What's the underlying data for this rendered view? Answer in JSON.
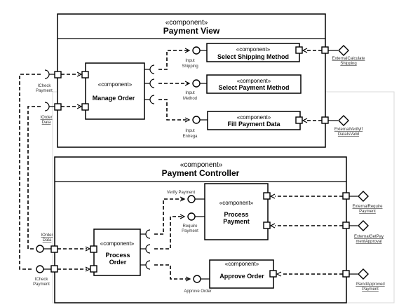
{
  "stereotype": "«component»",
  "payment_view": {
    "title": "Payment View",
    "manage_order": "Manage Order",
    "select_shipping": "Select Shipping Method",
    "select_payment": "Select Payment Method",
    "fill_payment": "Fill Payment Data",
    "input_shipping": [
      "Input",
      "Shipping"
    ],
    "input_method": [
      "Input",
      "Method"
    ],
    "input_entrega": [
      "Input",
      "Entrega"
    ],
    "ext_calc_shipping": [
      "ExternalCalculate",
      "Shipping"
    ],
    "ext_verify_data": [
      "ExternalVerifyIf",
      "DataIsValid"
    ]
  },
  "payment_controller": {
    "title": "Payment Controller",
    "process_order": [
      "Process",
      "Order"
    ],
    "process_payment": [
      "Process",
      "Payment"
    ],
    "approve_order": "Approve Order",
    "verify_payment": "Verify Payment",
    "require_payment": [
      "Require",
      "Payment"
    ],
    "approve_order_label": "Approve Order",
    "ext_require_payment": [
      "ExternalRequire",
      "Payment"
    ],
    "ext_get_payment_approval": [
      "ExternalGetPay",
      "mentApproval"
    ],
    "ext_send_approved": [
      "ISendApproved",
      "Payment"
    ]
  },
  "outer": {
    "icheck_payment_top": [
      "ICheck",
      "Payment"
    ],
    "iorder_data_top": [
      "IOrder",
      "Data"
    ],
    "iorder_data_bottom": [
      "IOrder",
      "Data"
    ],
    "icheck_payment_bottom": [
      "ICheck",
      "Payment"
    ]
  }
}
